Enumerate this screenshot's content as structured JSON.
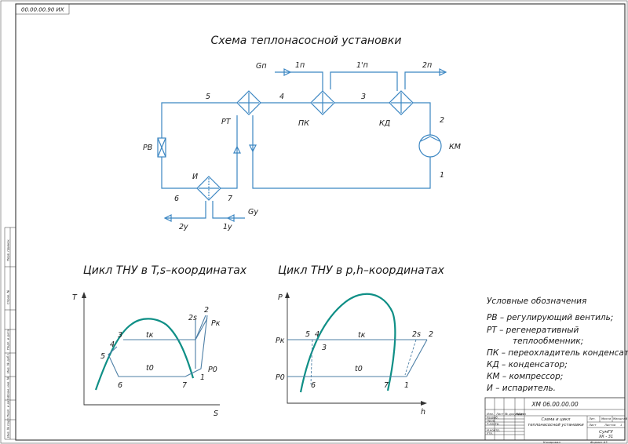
{
  "stamp": "00.00.00.90 ИХ",
  "scheme": {
    "title": "Схема теплонасосной установки",
    "nodes": {
      "n1": "1",
      "n2": "2",
      "n3": "3",
      "n4": "4",
      "n5": "5",
      "n6": "6",
      "n7": "7"
    },
    "flows": {
      "gn": "Gп",
      "in1": "1п",
      "mid": "1'п",
      "out2": "2п",
      "gy": "Gу",
      "y1": "1у",
      "y2": "2у"
    },
    "devices": {
      "rv": "РВ",
      "rt": "РТ",
      "pk": "ПК",
      "kd": "КД",
      "km": "КМ",
      "evap": "И"
    }
  },
  "ts_chart": {
    "title": "Цикл ТНУ в T,s–координатах",
    "x_axis": "S",
    "y_axis": "T",
    "tk": "tк",
    "t0": "t0",
    "pk": "Pк",
    "p0": "P0",
    "points": {
      "p1": "1",
      "p2": "2",
      "p2s": "2s",
      "p3": "3",
      "p4": "4",
      "p5": "5",
      "p6": "6",
      "p7": "7"
    }
  },
  "ph_chart": {
    "title": "Цикл ТНУ в p,h–координатах",
    "x_axis": "h",
    "y_axis": "P",
    "tk": "tк",
    "t0": "t0",
    "pk": "Pк",
    "p0": "P0",
    "points": {
      "p1": "1",
      "p2": "2",
      "p2s": "2s",
      "p3": "3",
      "p4": "4",
      "p5": "5",
      "p6": "6",
      "p7": "7"
    }
  },
  "legend": {
    "title": "Условные обозначения",
    "items": [
      "РВ – регулирующий вентиль;",
      "РТ – регенеративный",
      "теплообменник;",
      "ПК – переохладитель конденсата;",
      "КД – конденсатор;",
      "КМ – компрессор;",
      "И – испаритель."
    ]
  },
  "title_block": {
    "code": "ХМ 06.00.00.00",
    "name": "Схема и цикл теплонасосной установки",
    "org": "СумГУ",
    "group": "ХК - 31",
    "copied": "Копировал",
    "format": "Формат  А3",
    "cols": [
      "Изм.",
      "Лист",
      "№ докум.",
      "Подп.",
      "Дата"
    ],
    "rows": [
      "Разраб.",
      "Пров.",
      "Т.контр.",
      "Н.контр.",
      "Утв."
    ],
    "lit": "Лит.",
    "mass": "Масса",
    "scale": "Масштаб",
    "sheet": "Лист",
    "sheets": "Листов",
    "sheets_n": "1"
  },
  "side_stamps": [
    "Перв. примен.",
    "Справ. №",
    "Подп. и дата",
    "Инв. № дубл.",
    "Взам. инв. №",
    "Подп. и дата",
    "Инв. № подл."
  ]
}
